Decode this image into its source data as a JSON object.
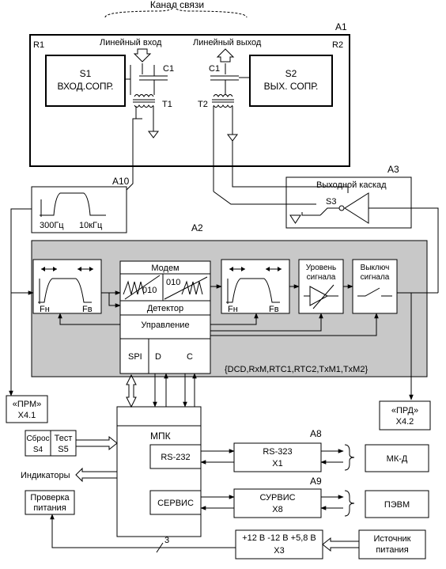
{
  "channel": {
    "title": "Канал связи",
    "id": "A1"
  },
  "a1": {
    "r1": "R1",
    "r2": "R2",
    "line_in": "Линейный вход",
    "line_out": "Линейный выход",
    "c1": "C1",
    "t1": "T1",
    "t2": "T2"
  },
  "s1": {
    "id": "S1",
    "label": "ВХОД.СОПР."
  },
  "s2": {
    "id": "S2",
    "label": "ВЫХ. СОПР."
  },
  "a10": {
    "id": "A10",
    "f_low": "300Гц",
    "f_high": "10кГц"
  },
  "a3": {
    "id": "A3",
    "title": "Выходной каскад",
    "switch": "S3"
  },
  "a2": {
    "id": "A2",
    "filter_fn": "Fн",
    "filter_fv": "Fв",
    "modem": "Модем",
    "code_left": "010",
    "code_right": "010",
    "detector": "Детектор",
    "control": "Управление",
    "spi": "SPI",
    "d": "D",
    "c": "C",
    "level_1": "Уровень",
    "level_2": "сигнала",
    "switch_1": "Выключ",
    "switch_2": "сигнала",
    "signals": "{DCD,RxM,RTC1,RTC2,TxM1,TxM2}"
  },
  "prm": {
    "l1": "«ПРМ»",
    "l2": "X4.1"
  },
  "prd": {
    "l1": "«ПРД»",
    "l2": "X4.2"
  },
  "mpk": {
    "title": "МПК",
    "rs232": "RS-232",
    "service": "СЕРВИС"
  },
  "reset": {
    "l1": "Сброс",
    "l2": "S4"
  },
  "test": {
    "l1": "Тест",
    "l2": "S5"
  },
  "indicators": "Индикаторы",
  "power_check": {
    "l1": "Проверка",
    "l2": "питания"
  },
  "a8": {
    "id": "A8",
    "l1": "RS-323",
    "l2": "X1",
    "dest": "МК-Д"
  },
  "a9": {
    "id": "A9",
    "l1": "СУРВИС",
    "l2": "X8",
    "dest": "ПЭВМ"
  },
  "psu": {
    "l1": "+12 В -12 В +5,8 В",
    "l2": "X3",
    "bus_count": "3"
  },
  "source": {
    "l1": "Источник",
    "l2": "питания"
  }
}
